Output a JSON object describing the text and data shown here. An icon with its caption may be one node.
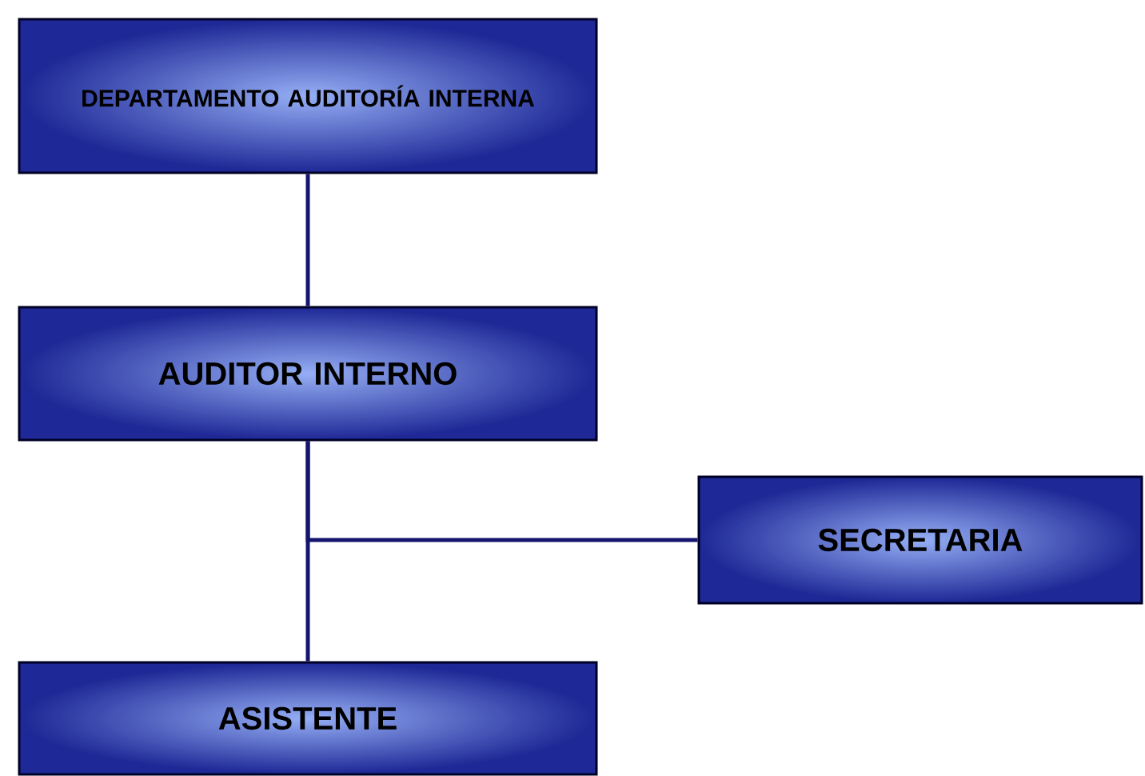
{
  "diagram": {
    "nodes": [
      {
        "text": [
          "DEPARTAMENTO AUDITORÍA INTERNA"
        ]
      },
      {
        "text": [
          "AUDITOR INTERNO"
        ]
      },
      {
        "text": [
          "SECRETARIA"
        ]
      },
      {
        "text": [
          "ASISTENTE"
        ]
      }
    ],
    "edges": [
      {
        "from": 0,
        "to": 1,
        "arrow": "none"
      },
      {
        "from": 1,
        "to": 2,
        "arrow": "none"
      },
      {
        "from": 1,
        "to": 3,
        "arrow": "none"
      }
    ]
  }
}
